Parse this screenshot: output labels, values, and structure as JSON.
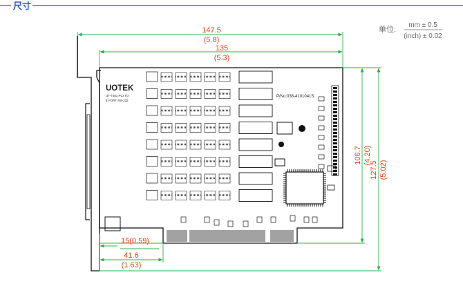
{
  "section": {
    "title": "尺寸"
  },
  "units": {
    "label": "单位:",
    "metric": "mm ± 0.5",
    "imperial": "(inch) ± 0.02"
  },
  "dimensions": {
    "overall_width": {
      "mm": "147.5",
      "inch": "(5.8)"
    },
    "board_width": {
      "mm": "135",
      "inch": "(5.3)"
    },
    "board_height": {
      "mm": "106.7",
      "inch": "(4.20)"
    },
    "overall_height": {
      "mm": "127.5",
      "inch": "(5.02)"
    },
    "bracket_offset": {
      "label": "15(0.59)"
    },
    "connector_offset": {
      "mm": "41.6",
      "inch": "(1.63)"
    }
  },
  "board": {
    "brand": "UOTEK",
    "model_line1": "UT-7481 PCI TO",
    "model_line2": "8 PORT RS-232",
    "part_number": "P/No:038-4101041S"
  },
  "colors": {
    "accent": "#1a5ec2",
    "dimension_line": "#2bb04a",
    "dimension_text": "#e8411a",
    "outline": "#111111"
  }
}
